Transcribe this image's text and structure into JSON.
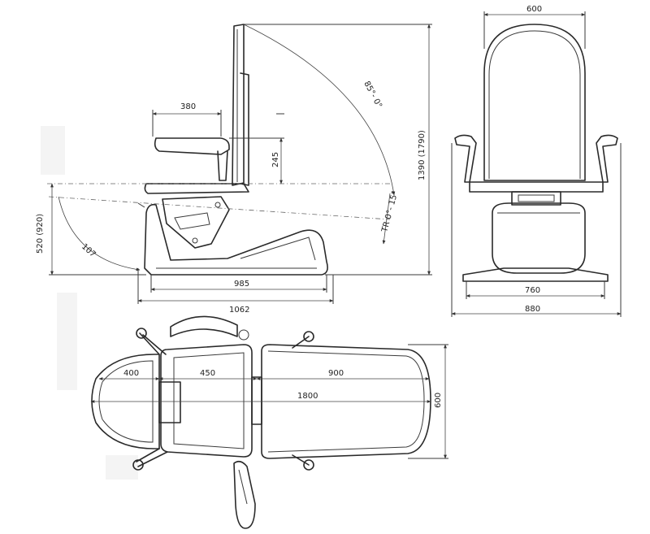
{
  "labels": {
    "side_armrest_width": "380",
    "side_armrest_height": "245",
    "side_back_angle": "85°- 0°",
    "side_height": "1390 (1790)",
    "side_tilt": "TR 0°- 15°",
    "side_seat_height": "520 (920)",
    "side_leg_radius": "107",
    "side_base_length": "985",
    "side_total_length": "1062",
    "front_back_width": "600",
    "front_base_width": "760",
    "front_total_width": "880",
    "top_head_length": "400",
    "top_seat_length": "450",
    "top_leg_length": "900",
    "top_total_length": "1800",
    "top_width": "600"
  },
  "colors": {
    "line": "#2a2a2a",
    "background": "#ffffff"
  }
}
